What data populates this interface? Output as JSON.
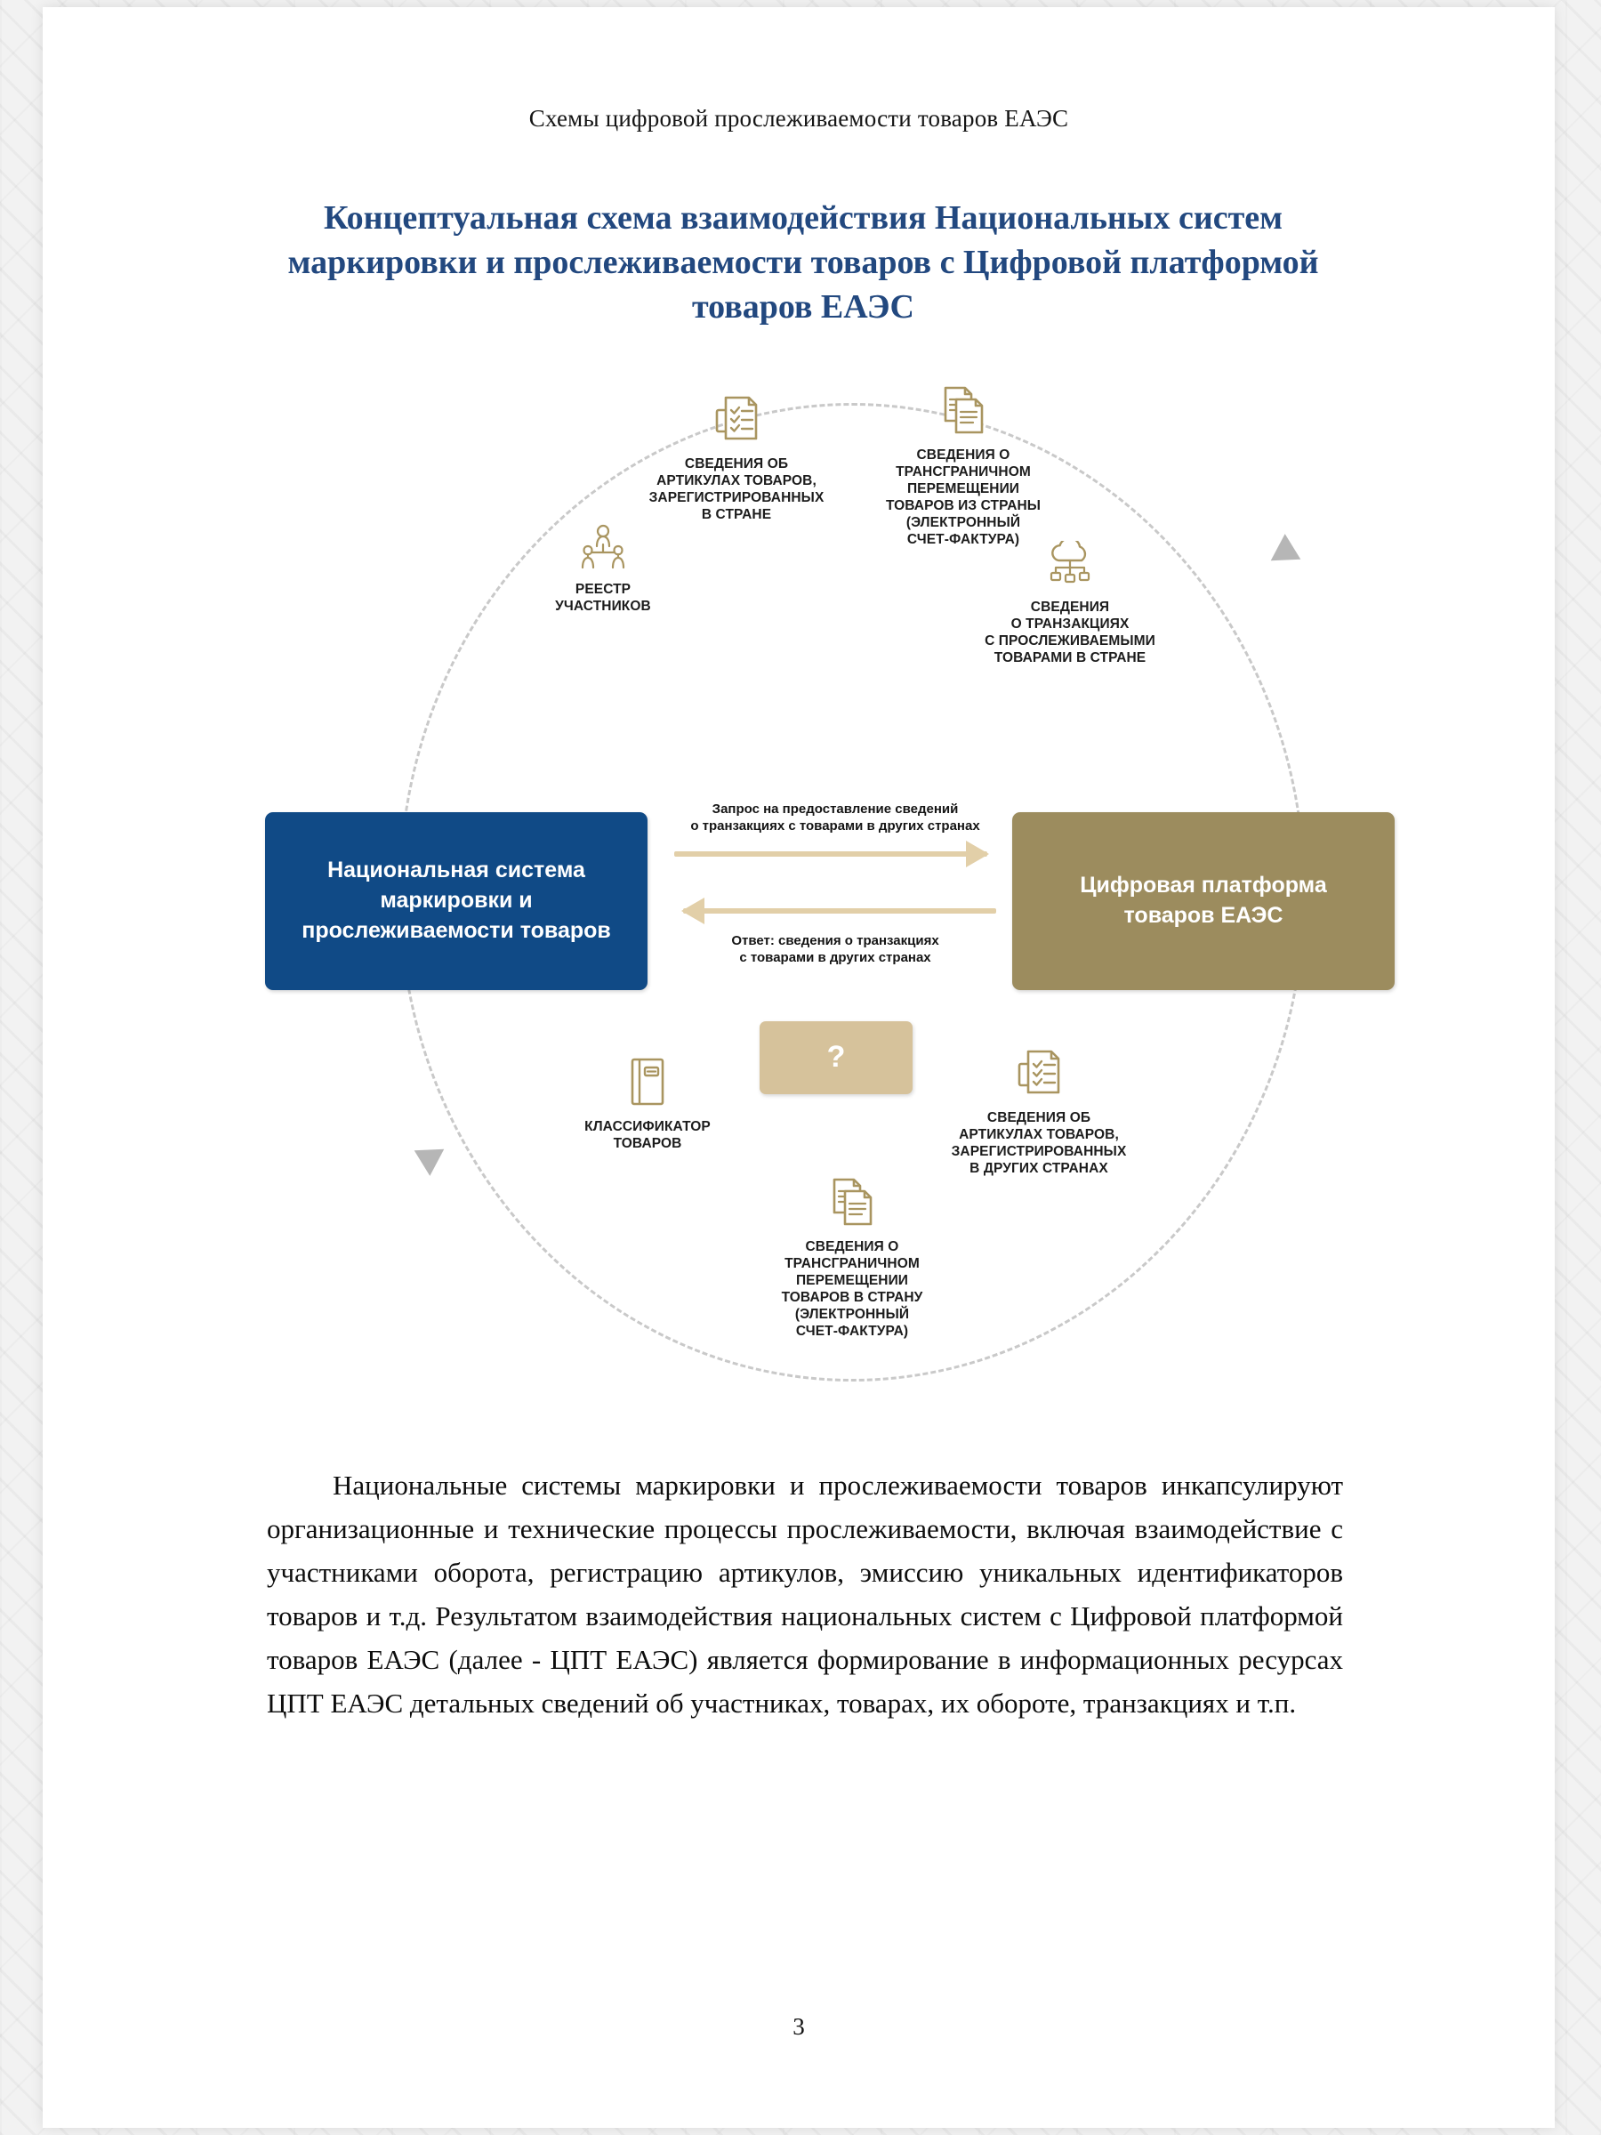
{
  "document": {
    "running_header": "Схемы цифровой прослеживаемости товаров ЕАЭС",
    "title": "Концептуальная схема взаимодействия Национальных систем маркировки и прослеживаемости товаров с Цифровой платформой товаров ЕАЭС",
    "page_number": "3",
    "body_paragraph": "Национальные системы маркировки и прослеживаемости товаров инкапсулируют организационные и технические процессы прослеживаемости, включая взаимодействие с участниками оборота, регистрацию артикулов, эмиссию уникальных идентификаторов товаров и т.д. Результатом взаимодействия национальных систем с Цифровой платформой товаров ЕАЭС (далее - ЦПТ ЕАЭС) является формирование в информационных ресурсах ЦПТ ЕАЭС детальных сведений об участниках, товарах, их обороте, транзакциях и т.п."
  },
  "colors": {
    "title_blue": "#22487f",
    "box_national_blue": "#104a86",
    "box_platform_tan": "#9c8c5e",
    "box_question_tan": "#d6c29b",
    "arrow_tan": "#e2cfa8",
    "icon_gold": "#a99560",
    "ellipse_gray": "#c9c9c9",
    "chevron_gray": "#b6b6b6"
  },
  "diagram": {
    "boxes": {
      "national_system": "Национальная система\nмаркировки и\nпрослеживаемости товаров",
      "digital_platform": "Цифровая платформа\nтоваров ЕАЭС",
      "question": "?"
    },
    "arrows": [
      {
        "direction": "right",
        "label": "Запрос на предоставление сведений\nо транзакциях с товарами в других странах"
      },
      {
        "direction": "left",
        "label": "Ответ:  сведения о транзакциях\nс товарами в других странах"
      }
    ],
    "nodes": [
      {
        "id": "articles-in-country",
        "icon": "checklist-document-icon",
        "caption": "СВЕДЕНИЯ ОБ\nАРТИКУЛАХ ТОВАРОВ,\nЗАРЕГИСТРИРОВАННЫХ\nВ СТРАНЕ"
      },
      {
        "id": "cross-border-out",
        "icon": "documents-icon",
        "caption": "СВЕДЕНИЯ О\nТРАНСГРАНИЧНОМ\nПЕРЕМЕЩЕНИИ\nТОВАРОВ ИЗ СТРАНЫ\n(ЭЛЕКТРОННЫЙ\nСЧЕТ-ФАКТУРА)"
      },
      {
        "id": "participants-registry",
        "icon": "people-hierarchy-icon",
        "caption": "РЕЕСТР\nУЧАСТНИКОВ"
      },
      {
        "id": "transactions-in-country",
        "icon": "cloud-network-icon",
        "caption": "СВЕДЕНИЯ\nО ТРАНЗАКЦИЯХ\nС ПРОСЛЕЖИВАЕМЫМИ\nТОВАРАМИ В СТРАНЕ"
      },
      {
        "id": "goods-classifier",
        "icon": "book-icon",
        "caption": "КЛАССИФИКАТОР\nТОВАРОВ"
      },
      {
        "id": "articles-other-countries",
        "icon": "checklist-document-icon",
        "caption": "СВЕДЕНИЯ ОБ\nАРТИКУЛАХ ТОВАРОВ,\nЗАРЕГИСТРИРОВАННЫХ\nВ ДРУГИХ СТРАНАХ"
      },
      {
        "id": "cross-border-in",
        "icon": "documents-icon",
        "caption": "СВЕДЕНИЯ О\nТРАНСГРАНИЧНОМ\nПЕРЕМЕЩЕНИИ\nТОВАРОВ В СТРАНУ\n(ЭЛЕКТРОННЫЙ\nСЧЕТ-ФАКТУРА)"
      }
    ]
  }
}
